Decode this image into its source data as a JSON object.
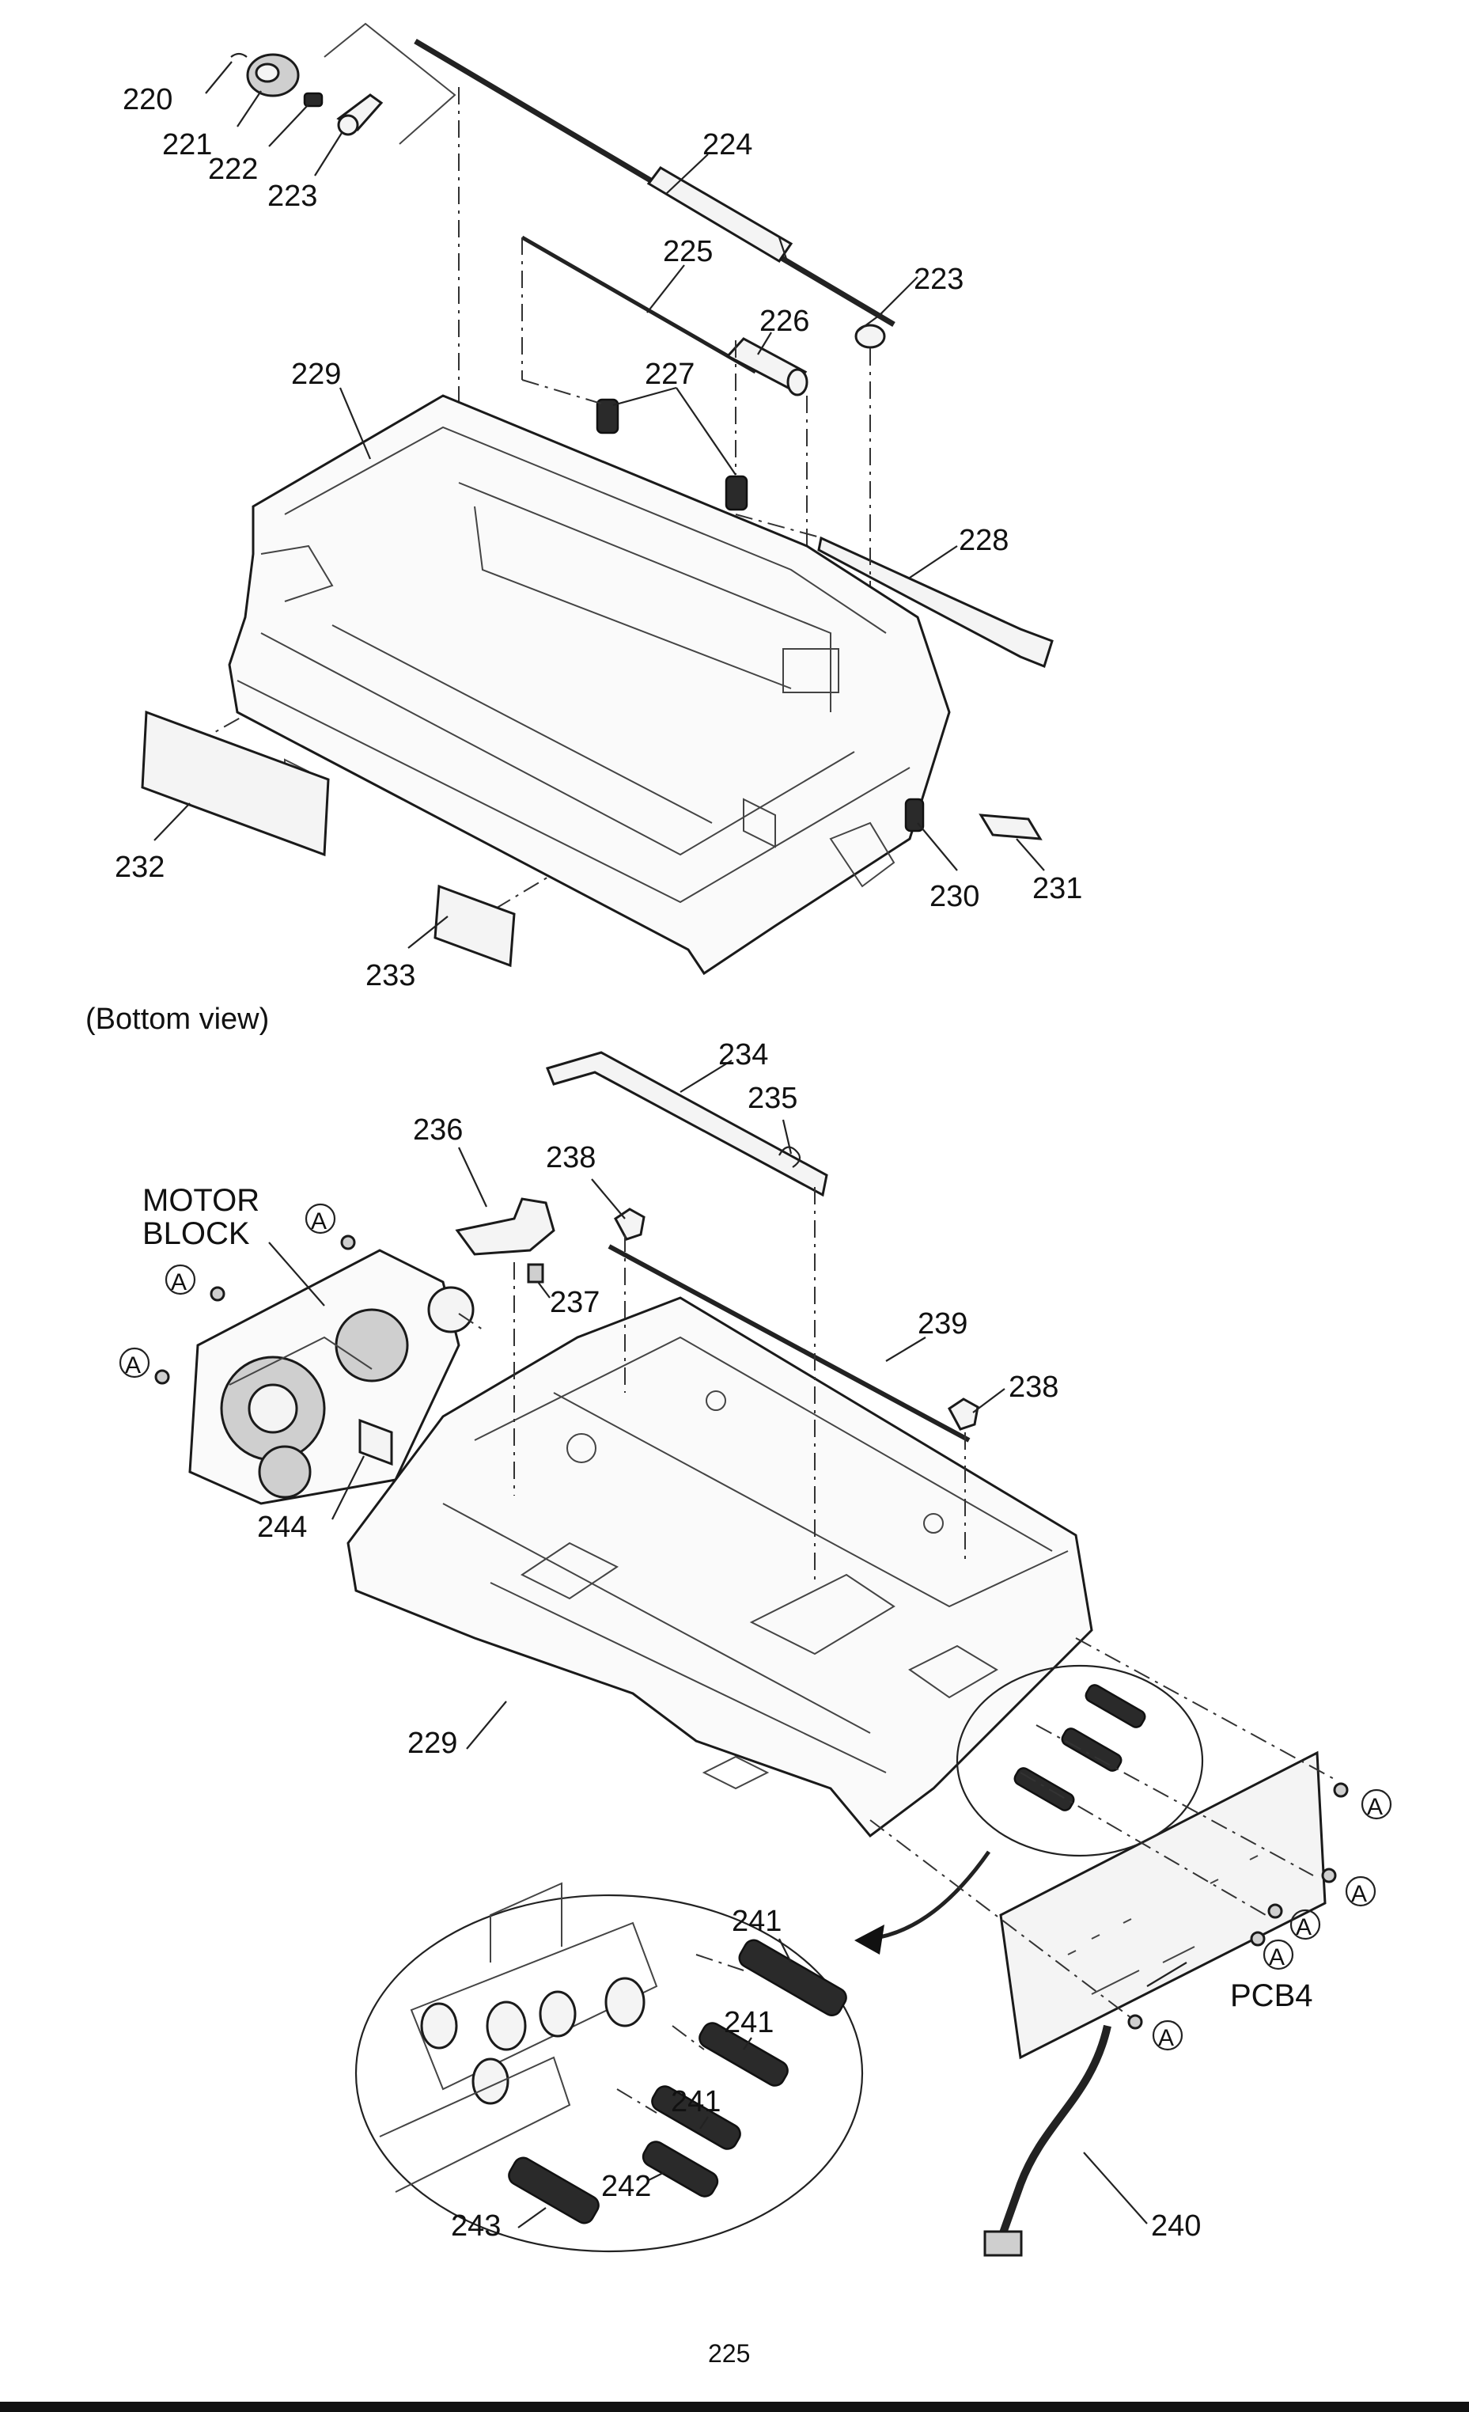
{
  "page_number": "225",
  "captions": {
    "bottom_view": "(Bottom view)",
    "motor_block_line1": "MOTOR",
    "motor_block_line2": "BLOCK"
  },
  "callout_symbol": "A",
  "part_numbers": {
    "p220": "220",
    "p221": "221",
    "p222": "222",
    "p223a": "223",
    "p223b": "223",
    "p224": "224",
    "p225": "225",
    "p226": "226",
    "p227": "227",
    "p228": "228",
    "p229a": "229",
    "p229b": "229",
    "p230": "230",
    "p231": "231",
    "p232": "232",
    "p233": "233",
    "p234": "234",
    "p235": "235",
    "p236": "236",
    "p237": "237",
    "p238a": "238",
    "p238b": "238",
    "p239": "239",
    "p240": "240",
    "p241a": "241",
    "p241b": "241",
    "p241c": "241",
    "p242": "242",
    "p243": "243",
    "p244": "244",
    "pcb4": "PCB4"
  }
}
